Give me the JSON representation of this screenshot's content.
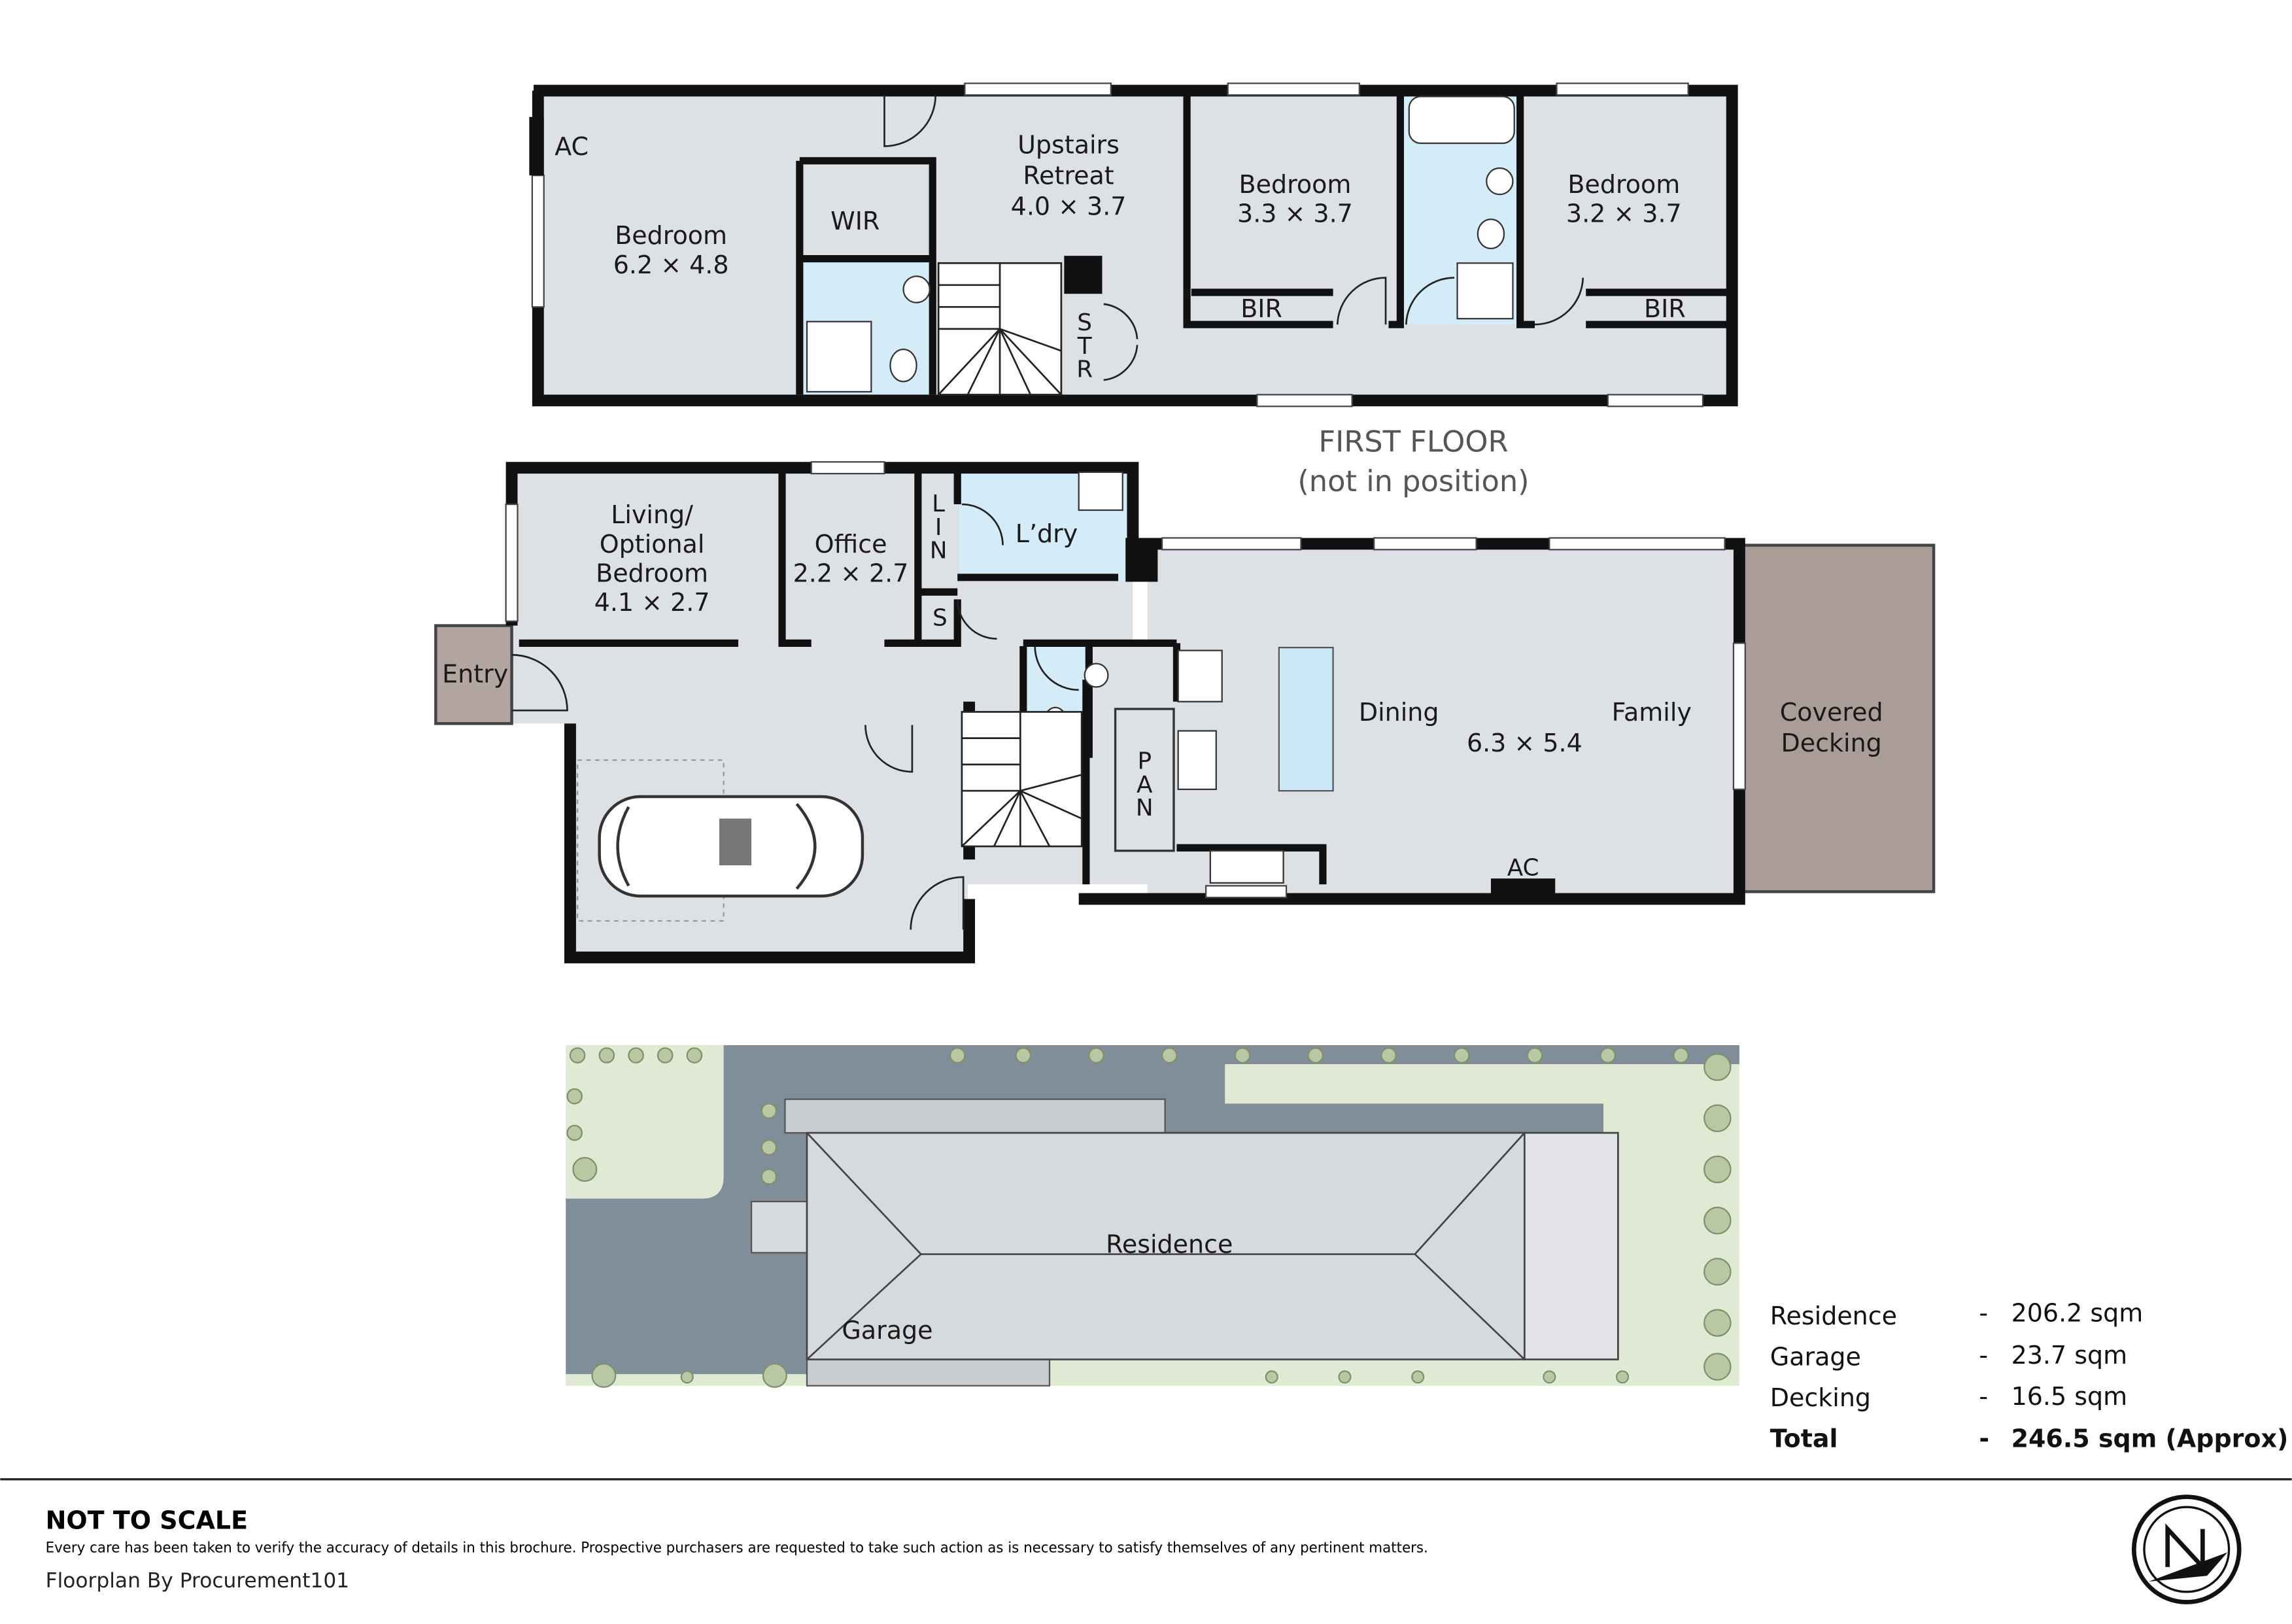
{
  "first_floor": {
    "title": "FIRST FLOOR",
    "subtitle": "(not in position)",
    "rooms": {
      "bedroom1": {
        "name": "Bedroom",
        "dims": "6.2 × 4.8"
      },
      "ac": "AC",
      "wir": "WIR",
      "retreat": {
        "name1": "Upstairs",
        "name2": "Retreat",
        "dims": "4.0 × 3.7"
      },
      "str": [
        "S",
        "T",
        "R"
      ],
      "bedroom2": {
        "name": "Bedroom",
        "dims": "3.3 × 3.7",
        "bir": "BIR"
      },
      "bedroom3": {
        "name": "Bedroom",
        "dims": "3.2 × 3.7",
        "bir": "BIR"
      }
    }
  },
  "ground_floor": {
    "rooms": {
      "living": {
        "l1": "Living/",
        "l2": "Optional",
        "l3": "Bedroom",
        "dims": "4.1 × 2.7"
      },
      "office": {
        "name": "Office",
        "dims": "2.2 × 2.7"
      },
      "lin": [
        "L",
        "I",
        "N"
      ],
      "s": "S",
      "laundry": "L’dry",
      "entry": "Entry",
      "pan": [
        "P",
        "A",
        "N"
      ],
      "dining": "Dining",
      "family": "Family",
      "main_dims": "6.3 × 5.4",
      "ac": "AC",
      "decking": {
        "l1": "Covered",
        "l2": "Decking"
      }
    }
  },
  "site_plan": {
    "residence": "Residence",
    "garage": "Garage"
  },
  "areas": [
    {
      "label": "Residence",
      "sep": "-",
      "value": "206.2 sqm",
      "bold": false
    },
    {
      "label": "Garage",
      "sep": "-",
      "value": "23.7 sqm",
      "bold": false
    },
    {
      "label": "Decking",
      "sep": "-",
      "value": "16.5 sqm",
      "bold": false
    },
    {
      "label": "Total",
      "sep": "-",
      "value": "246.5 sqm (Approx)",
      "bold": true
    }
  ],
  "footer": {
    "heading": "NOT TO SCALE",
    "disclaimer": "Every care has been taken to verify the accuracy of details in this brochure. Prospective purchasers are requested to take such action as is necessary to satisfy themselves of any pertinent matters.",
    "credit": "Floorplan By Procurement101",
    "compass_icon": "north-arrow-icon"
  },
  "colors": {
    "room": "#dde0e5",
    "wet_area": "#d3ecf8",
    "entry": "#b3a6a1",
    "decking": "#aa9d97",
    "driveway": "#7f8e98",
    "grass": "#e0e9d4",
    "roof": "#d6d9dd"
  }
}
